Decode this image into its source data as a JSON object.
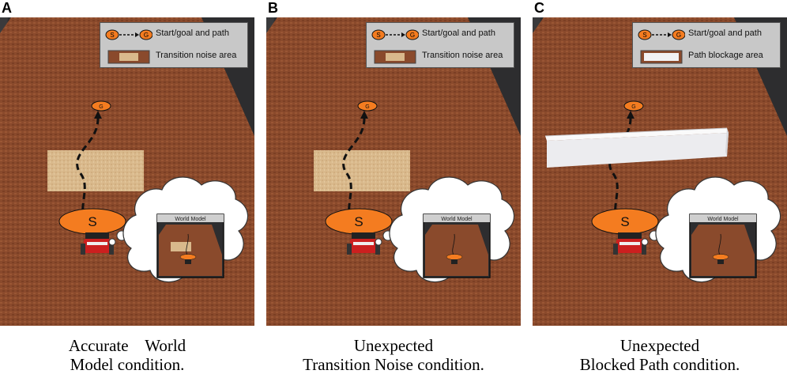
{
  "panels": [
    {
      "letter": "A",
      "legend": {
        "path_label": "Start/goal and path",
        "area_label": "Transition noise area",
        "area_type": "noise"
      },
      "start_label": "S",
      "goal_label": "G",
      "world_model_label": "World Model",
      "caption_line1": "Accurate    World",
      "caption_line2": "Model condition."
    },
    {
      "letter": "B",
      "legend": {
        "path_label": "Start/goal and path",
        "area_label": "Transition noise area",
        "area_type": "noise"
      },
      "start_label": "S",
      "goal_label": "G",
      "world_model_label": "World Model",
      "caption_line1": "Unexpected",
      "caption_line2": "Transition Noise condition."
    },
    {
      "letter": "C",
      "legend": {
        "path_label": "Start/goal and path",
        "area_label": "Path blockage area",
        "area_type": "blockage"
      },
      "start_label": "S",
      "goal_label": "G",
      "world_model_label": "World Model",
      "caption_line1": "Unexpected",
      "caption_line2": "Blocked Path condition."
    }
  ],
  "legend_symbols": {
    "start": "S",
    "goal": "G"
  },
  "colors": {
    "floor": "#8a4a2c",
    "node": "#f47c20",
    "noise": "#d9b98c",
    "blockage": "#f2f2f4",
    "background": "#2d2d2f"
  }
}
